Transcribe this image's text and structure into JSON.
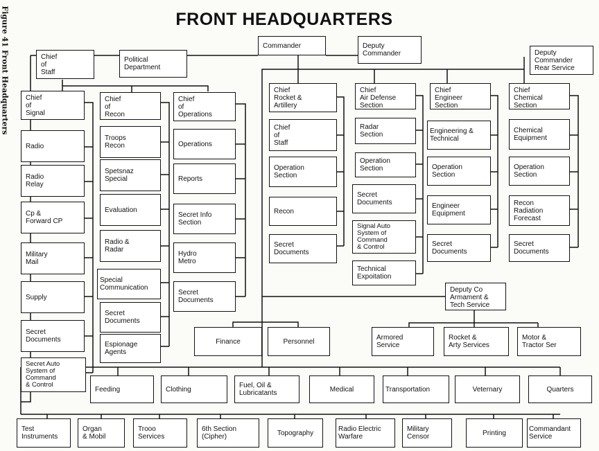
{
  "title": "FRONT HEADQUARTERS",
  "caption": "Figure 41 Front Headquarters",
  "boxes": {
    "commander": "Commander",
    "deputy_commander": "Deputy\nCommander",
    "deputy_rear": "Deputy\nCommander\nRear Service",
    "chief_of_staff": "Chief\nof\nStaff",
    "political_department": "Political\nDepartment",
    "chief_signal": "Chief\nof\nSignal",
    "radio": "Radio",
    "radio_relay": "Radio\nRelay",
    "cp_forward": "Cp &\nForward CP",
    "military_mail": "Military\nMail",
    "supply": "Supply",
    "signal_secret_docs": "Secret\nDocuments",
    "signal_secret_auto": "Secret Auto\nSystem of\nCommand\n& Control",
    "chief_recon": "Chief\nof\nRecon",
    "troops_recon": "Troops\nRecon",
    "spetsnaz": "Spetsnaz\nSpecial",
    "evaluation": "Evaluation",
    "radio_radar": "Radio &\nRadar",
    "special_comm": "Special\nCommunication",
    "recon_secret_docs": "Secret\nDocuments",
    "espionage": "Espionage\nAgents",
    "chief_operations": "Chief\nof\nOperations",
    "operations": "Operations",
    "reports": "Reports",
    "secret_info": "Secret Info\nSection",
    "hydro_metro": "Hydro\nMetro",
    "ops_secret_docs": "Secret\nDocuments",
    "chief_rocket": "Chief\nRocket &\nArtillery",
    "rocket_chief_staff": "Chief\nof\nStaff",
    "rocket_operation": "Operation\nSection",
    "rocket_recon": "Recon",
    "rocket_secret_docs": "Secret\nDocuments",
    "chief_air_defense": "Chief\nAir Defense\nSection",
    "radar_section": "Radar\nSection",
    "ad_operation": "Operation\nSection",
    "ad_secret_docs": "Secret\nDocuments",
    "signal_auto": "Signal Auto\nSystem of\nCommand\n& Control",
    "technical_exploitation": "Technical\nExpoitation",
    "chief_engineer": "Chief\nEngineer\nSection",
    "eng_technical": "Engineering &\nTechnical",
    "eng_operation": "Operation\nSection",
    "eng_equipment": "Engineer\nEquipment",
    "eng_secret_docs": "Secret\nDocuments",
    "chief_chemical": "Chief\nChemical\nSection",
    "chemical_equipment": "Chemical\nEquipment",
    "chem_operation": "Operation\nSection",
    "recon_radiation": "Recon\nRadiation\nForecast",
    "chem_secret_docs": "Secret\nDocuments",
    "deputy_armament": "Deputy Co\nArmament &\nTech Service",
    "finance": "Finance",
    "personnel": "Personnel",
    "armored_service": "Armored\nService",
    "rocket_arty_services": "Rocket &\nArty Services",
    "motor_tractor": "Motor &\nTractor Ser",
    "feeding": "Feeding",
    "clothing": "Clothing",
    "fuel_oil": "Fuel, Oil &\nLubricatants",
    "medical": "Medical",
    "transportation": "Transportation",
    "veterinary": "Veternary",
    "quarters": "Quarters",
    "test_instruments": "Test\nInstruments",
    "organ_mobil": "Organ\n& Mobil",
    "troop_services": "Trooo\nServices",
    "sixth_section": "6th Section\n(Cipher)",
    "topography": "Topography",
    "radio_electric": "Radio Electric\nWarfare",
    "military_censor": "Military\nCensor",
    "printing": "Printing",
    "commandant_service": "Commandant\nService"
  }
}
